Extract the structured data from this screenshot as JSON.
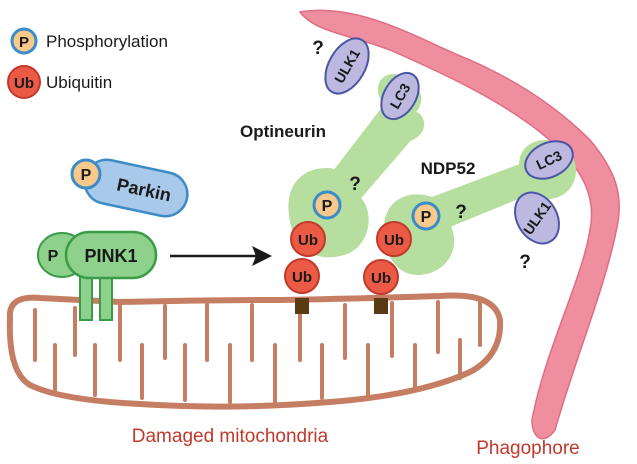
{
  "legend": [
    {
      "symbol": "P",
      "label": "Phosphorylation"
    },
    {
      "symbol": "Ub",
      "label": "Ubiquitin"
    }
  ],
  "proteins": {
    "parkin": "Parkin",
    "parkin_p": "P",
    "pink1": "PINK1",
    "pink1_p": "P",
    "optineurin": "Optineurin",
    "ndp52": "NDP52",
    "ulk1": "ULK1",
    "lc3": "LC3",
    "p": "P",
    "ub": "Ub",
    "question": "?"
  },
  "structures": {
    "mitochondria": "Damaged mitochondria",
    "phagophore": "Phagophore"
  },
  "colors": {
    "p_fill": "#f7c98b",
    "p_stroke": "#3d8bc8",
    "ub_fill": "#ea5a45",
    "ub_stroke": "#c0392b",
    "parkin_fill": "#a9c9ea",
    "pink1_fill": "#8ed18c",
    "receptor_fill": "#b6de9e",
    "lc3_fill": "#bcb8e0",
    "mito_stroke": "#c57e63",
    "phagophore_fill": "#ee8e9e",
    "label_red": "#c0392b"
  }
}
